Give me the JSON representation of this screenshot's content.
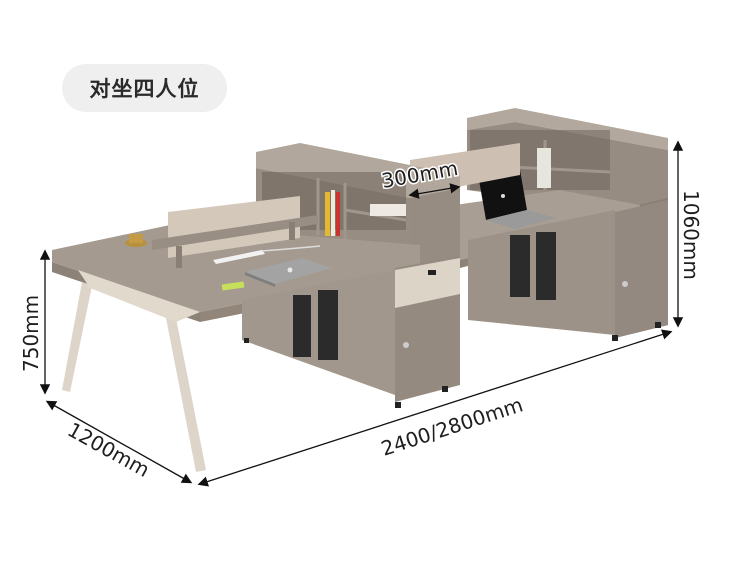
{
  "badge": {
    "label": "对坐四人位"
  },
  "dimensions": {
    "hutch_depth": "300mm",
    "hutch_height": "1060mm",
    "desk_height": "750mm",
    "desk_depth": "1200mm",
    "desk_length": "2400/2800mm"
  },
  "colors": {
    "desktop": "#a59a8f",
    "desktop_edge": "#8d8278",
    "cabinet_body": "#9f9489",
    "cabinet_dark": "#7d7269",
    "accent_panel": "#ddd4c8",
    "legs": "#ddd5c9",
    "divider": "#cdbfb2",
    "dim_line": "#111111"
  }
}
